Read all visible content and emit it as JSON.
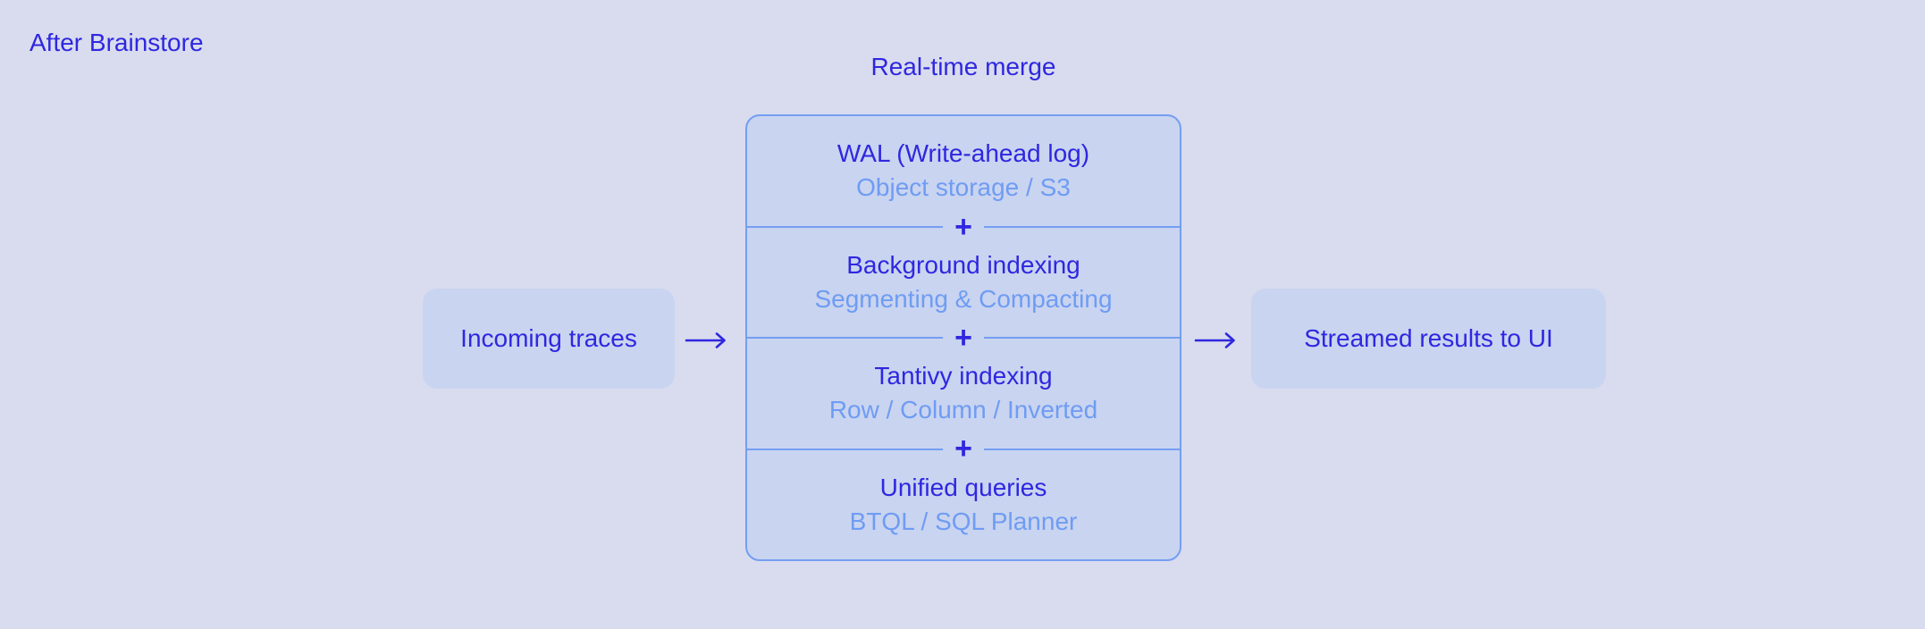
{
  "page": {
    "label": "After Brainstore"
  },
  "merge": {
    "title": "Real-time merge",
    "plus_symbol": "+",
    "sections": [
      {
        "title": "WAL (Write-ahead log)",
        "subtitle": "Object storage / S3"
      },
      {
        "title": "Background indexing",
        "subtitle": "Segmenting & Compacting"
      },
      {
        "title": "Tantivy indexing",
        "subtitle": "Row / Column / Inverted"
      },
      {
        "title": "Unified queries",
        "subtitle": "BTQL / SQL Planner"
      }
    ]
  },
  "nodes": {
    "incoming": {
      "label": "Incoming traces"
    },
    "streamed": {
      "label": "Streamed results to UI"
    }
  },
  "icons": {
    "flow_arrow_in": "right-arrow-icon",
    "flow_arrow_out": "right-arrow-icon"
  },
  "colors": {
    "background": "#d8dcee",
    "box_fill": "#c9d4f0",
    "box_border": "#749ef2",
    "text_primary": "#2f27e0",
    "text_secondary": "#6f9cf3"
  }
}
